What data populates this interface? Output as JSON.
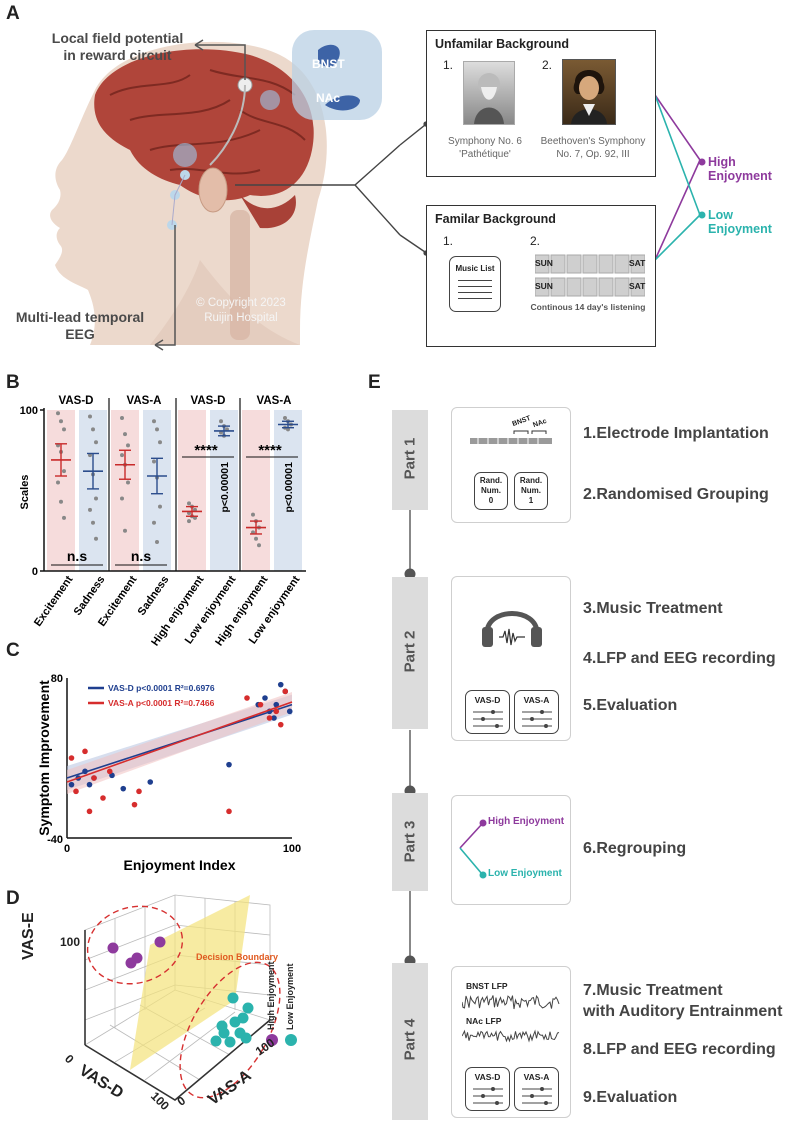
{
  "panels": {
    "a": "A",
    "b": "B",
    "c": "C",
    "d": "D",
    "e": "E"
  },
  "panel_a": {
    "lfp_label_1": "Local field potential",
    "lfp_label_2": "in reward circuit",
    "eeg_label_1": "Multi-lead temporal",
    "eeg_label_2": "EEG",
    "copyright_1": "© Copyright 2023",
    "copyright_2": "Ruijin Hospital",
    "bnst": "BNST",
    "nac": "NAc",
    "unfamiliar": {
      "title": "Unfamilar Background",
      "n1": "1.",
      "n2": "2.",
      "piece1_l1": "Symphony No. 6",
      "piece1_l2": "'Pathétique'",
      "piece2_l1": "Beethoven's Symphony",
      "piece2_l2": "No. 7, Op. 92, III"
    },
    "familiar": {
      "title": "Familar Background",
      "n1": "1.",
      "n2": "2.",
      "music_list": "Music List",
      "sun": "SUN",
      "sat": "SAT",
      "caption": "Continous 14 day's listening"
    },
    "high_enjoyment": "High Enjoyment",
    "low_enjoyment": "Low Enjoyment",
    "colors": {
      "high": "#8e3a9d",
      "low": "#2bb3ad"
    }
  },
  "panel_b": {
    "ylabel": "Scales",
    "yticks": [
      "0",
      "100"
    ],
    "group_labels": [
      "VAS-D",
      "VAS-A",
      "VAS-D",
      "VAS-A"
    ],
    "ns": "n.s",
    "stars": "****",
    "pval": "p<0.00001",
    "categories": [
      "Excitement",
      "Sadness",
      "Excitement",
      "Sadness",
      "High enjoyment",
      "Low enjoyment",
      "High enjoyment",
      "Low enjoyment"
    ]
  },
  "panel_c": {
    "ylabel": "Symptom Improvement",
    "xlabel": "Enjoyment Index",
    "legend_d": "VAS-D p<0.0001 R²=0.6976",
    "legend_a": "VAS-A p<0.0001 R²=0.7466",
    "ytick_top": "80",
    "ytick_bottom": "-40",
    "xtick_left": "0",
    "xtick_right": "100",
    "colors": {
      "d": "#1f3f8f",
      "a": "#d62d2d"
    }
  },
  "panel_d": {
    "zlabel": "VAS-E",
    "xlabel": "VAS-D",
    "ylabel": "VAS-A",
    "z100": "100",
    "x0": "0",
    "x100": "100",
    "y0": "0",
    "y100": "100",
    "boundary": "Decision Boundary",
    "legend_high": "High Enjoyment",
    "legend_low": "Low Enjoyment"
  },
  "panel_e": {
    "parts": [
      "Part 1",
      "Part 2",
      "Part 3",
      "Part 4"
    ],
    "steps": [
      "1.Electrode Implantation",
      "2.Randomised Grouping",
      "3.Music Treatment",
      "4.LFP and EEG recording",
      "5.Evaluation",
      "6.Regrouping",
      "7.Music Treatment",
      "with Auditory Entrainment",
      "8.LFP and EEG recording",
      "9.Evaluation"
    ],
    "bnst": "BNST",
    "nac": "NAc",
    "rand0_l1": "Rand.",
    "rand0_l2": "Num.",
    "rand0_l3": "0",
    "rand1_l1": "Rand.",
    "rand1_l2": "Num.",
    "rand1_l3": "1",
    "vasd": "VAS-D",
    "vasa": "VAS-A",
    "high": "High Enjoyment",
    "low": "Low Enjoyment",
    "bnst_lfp": "BNST LFP",
    "nac_lfp": "NAc LFP"
  },
  "chart_data": [
    {
      "type": "scatter",
      "panel": "B",
      "ylabel": "Scales",
      "ylim": [
        0,
        100
      ],
      "categories": [
        "Excitement",
        "Sadness",
        "Excitement",
        "Sadness",
        "High enjoyment",
        "Low enjoyment",
        "High enjoyment",
        "Low enjoyment"
      ],
      "groups": [
        "VAS-D",
        "VAS-A",
        "VAS-D",
        "VAS-A"
      ],
      "means": [
        69,
        62,
        66,
        59,
        37,
        87,
        27,
        91
      ],
      "sem": [
        10,
        11,
        9,
        11,
        3,
        3,
        4,
        2
      ],
      "points": [
        [
          98,
          93,
          88,
          78,
          74,
          62,
          55,
          43,
          33
        ],
        [
          96,
          88,
          80,
          72,
          60,
          45,
          38,
          30,
          20
        ],
        [
          95,
          85,
          78,
          72,
          66,
          55,
          45,
          25
        ],
        [
          93,
          88,
          80,
          68,
          58,
          40,
          30,
          18
        ],
        [
          42,
          40,
          38,
          36,
          34,
          33,
          31
        ],
        [
          93,
          90,
          88,
          86,
          84
        ],
        [
          35,
          31,
          27,
          24,
          20,
          16
        ],
        [
          95,
          93,
          91,
          89,
          88
        ]
      ],
      "ns": "n.s",
      "significance": "****",
      "pvalue": "p<0.00001"
    },
    {
      "type": "scatter",
      "panel": "C",
      "xlabel": "Enjoyment Index",
      "ylabel": "Symptom Improvement",
      "xlim": [
        0,
        100
      ],
      "ylim": [
        -40,
        80
      ],
      "series": [
        {
          "name": "VAS-D p<0.0001 R²=0.6976",
          "fit": [
            [
              0,
              5
            ],
            [
              100,
              60
            ]
          ],
          "x": [
            2,
            5,
            8,
            10,
            12,
            20,
            25,
            37,
            72,
            85,
            88,
            90,
            92,
            93,
            95,
            97,
            99
          ],
          "y": [
            0,
            5,
            10,
            0,
            5,
            7,
            -3,
            2,
            15,
            60,
            65,
            55,
            50,
            60,
            75,
            70,
            55
          ]
        },
        {
          "name": "VAS-A p<0.0001 R²=0.7466",
          "fit": [
            [
              0,
              2
            ],
            [
              100,
              62
            ]
          ],
          "x": [
            2,
            4,
            8,
            10,
            12,
            16,
            19,
            30,
            32,
            72,
            80,
            86,
            90,
            93,
            95,
            97
          ],
          "y": [
            20,
            -5,
            25,
            -20,
            5,
            -10,
            10,
            -15,
            -5,
            -20,
            65,
            60,
            50,
            55,
            45,
            70
          ]
        }
      ]
    },
    {
      "type": "scatter",
      "panel": "D",
      "xlabel": "VAS-D",
      "ylabel": "VAS-A",
      "zlabel": "VAS-E",
      "series": [
        {
          "name": "High Enjoyment",
          "count": 5
        },
        {
          "name": "Low Enjoyment",
          "count": 10
        }
      ],
      "annotation": "Decision Boundary"
    }
  ]
}
